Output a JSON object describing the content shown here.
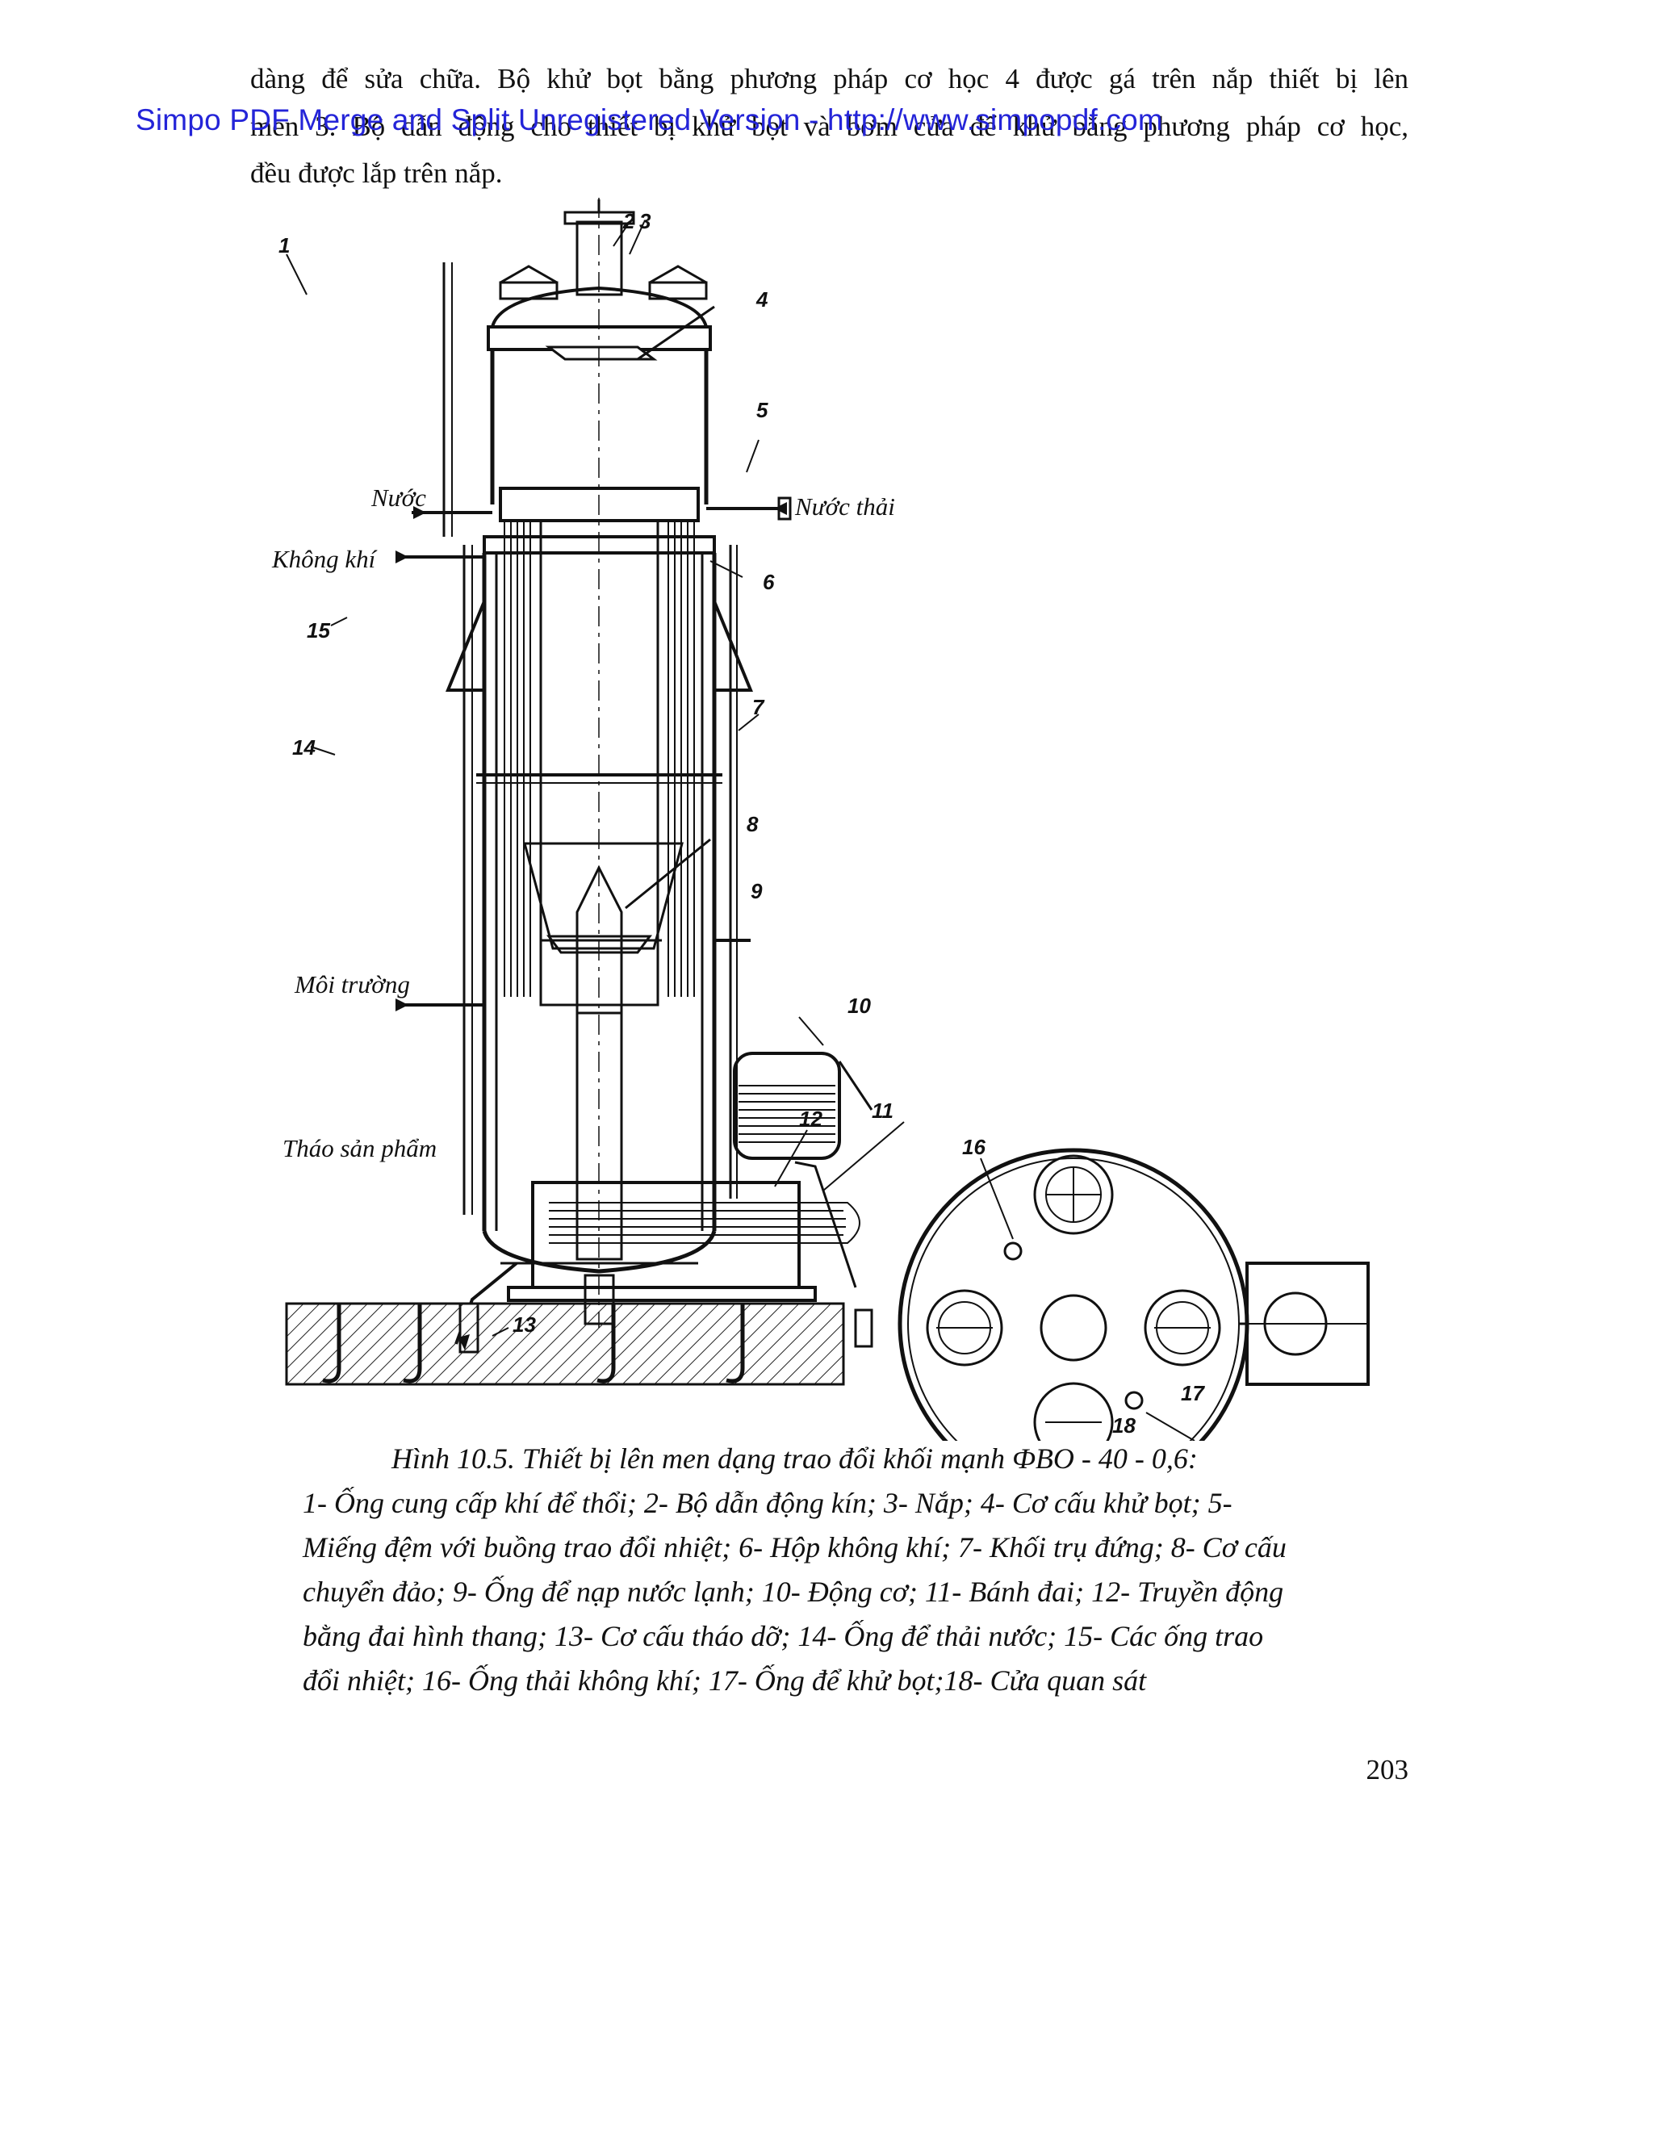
{
  "paragraph": {
    "line1": "dàng để sửa chữa. Bộ khử bọt bằng phương pháp cơ học 4 được gá trên nắp thiết bị lên",
    "line2": "men 3. Bộ dẫn động cho thiết bị khử bọt và bơm cửa để khử bằng phương pháp cơ học,",
    "line3": "đều được lắp trên nắp."
  },
  "watermark": "Simpo PDF Merge and Split Unregistered Version - http://www.simpopdf.com",
  "figure": {
    "labels": {
      "nuoc": "Nước",
      "nuoc_thai": "Nước thải",
      "khong_khi": "Không khí",
      "moi_truong": "Môi trường",
      "thao_san_pham": "Tháo sản phẩm"
    },
    "numbers": {
      "n1": "1",
      "n2": "2",
      "n3": "3",
      "n4": "4",
      "n5": "5",
      "n6": "6",
      "n7": "7",
      "n8": "8",
      "n9": "9",
      "n10": "10",
      "n11": "11",
      "n12": "12",
      "n13": "13",
      "n14": "14",
      "n15": "15",
      "n16": "16",
      "n17": "17",
      "n18": "18"
    }
  },
  "caption": {
    "line1": "Hình 10.5. Thiết bị lên men dạng trao đổi  khối mạnh ФBO - 40 - 0,6:",
    "line2": "1- Ống cung cấp khí  để thổi; 2- Bộ dẫn động kín; 3- Nắp; 4- Cơ cấu khử bọt; 5-",
    "line3": "Miếng đệm với buồng trao đổi nhiệt; 6- Hộp không khí; 7- Khối trụ đứng; 8- Cơ cấu",
    "line4": "chuyển đảo; 9- Ống để nạp nước lạnh; 10- Động cơ; 11- Bánh đai; 12- Truyền động",
    "line5": "bằng đai hình thang; 13- Cơ cấu tháo dỡ; 14- Ống để thải nước; 15- Các ống trao",
    "line6": "đổi nhiệt; 16- Ống thải không khí; 17- Ống để khử bọt;18- Cửa quan sát"
  },
  "page_number": "203"
}
